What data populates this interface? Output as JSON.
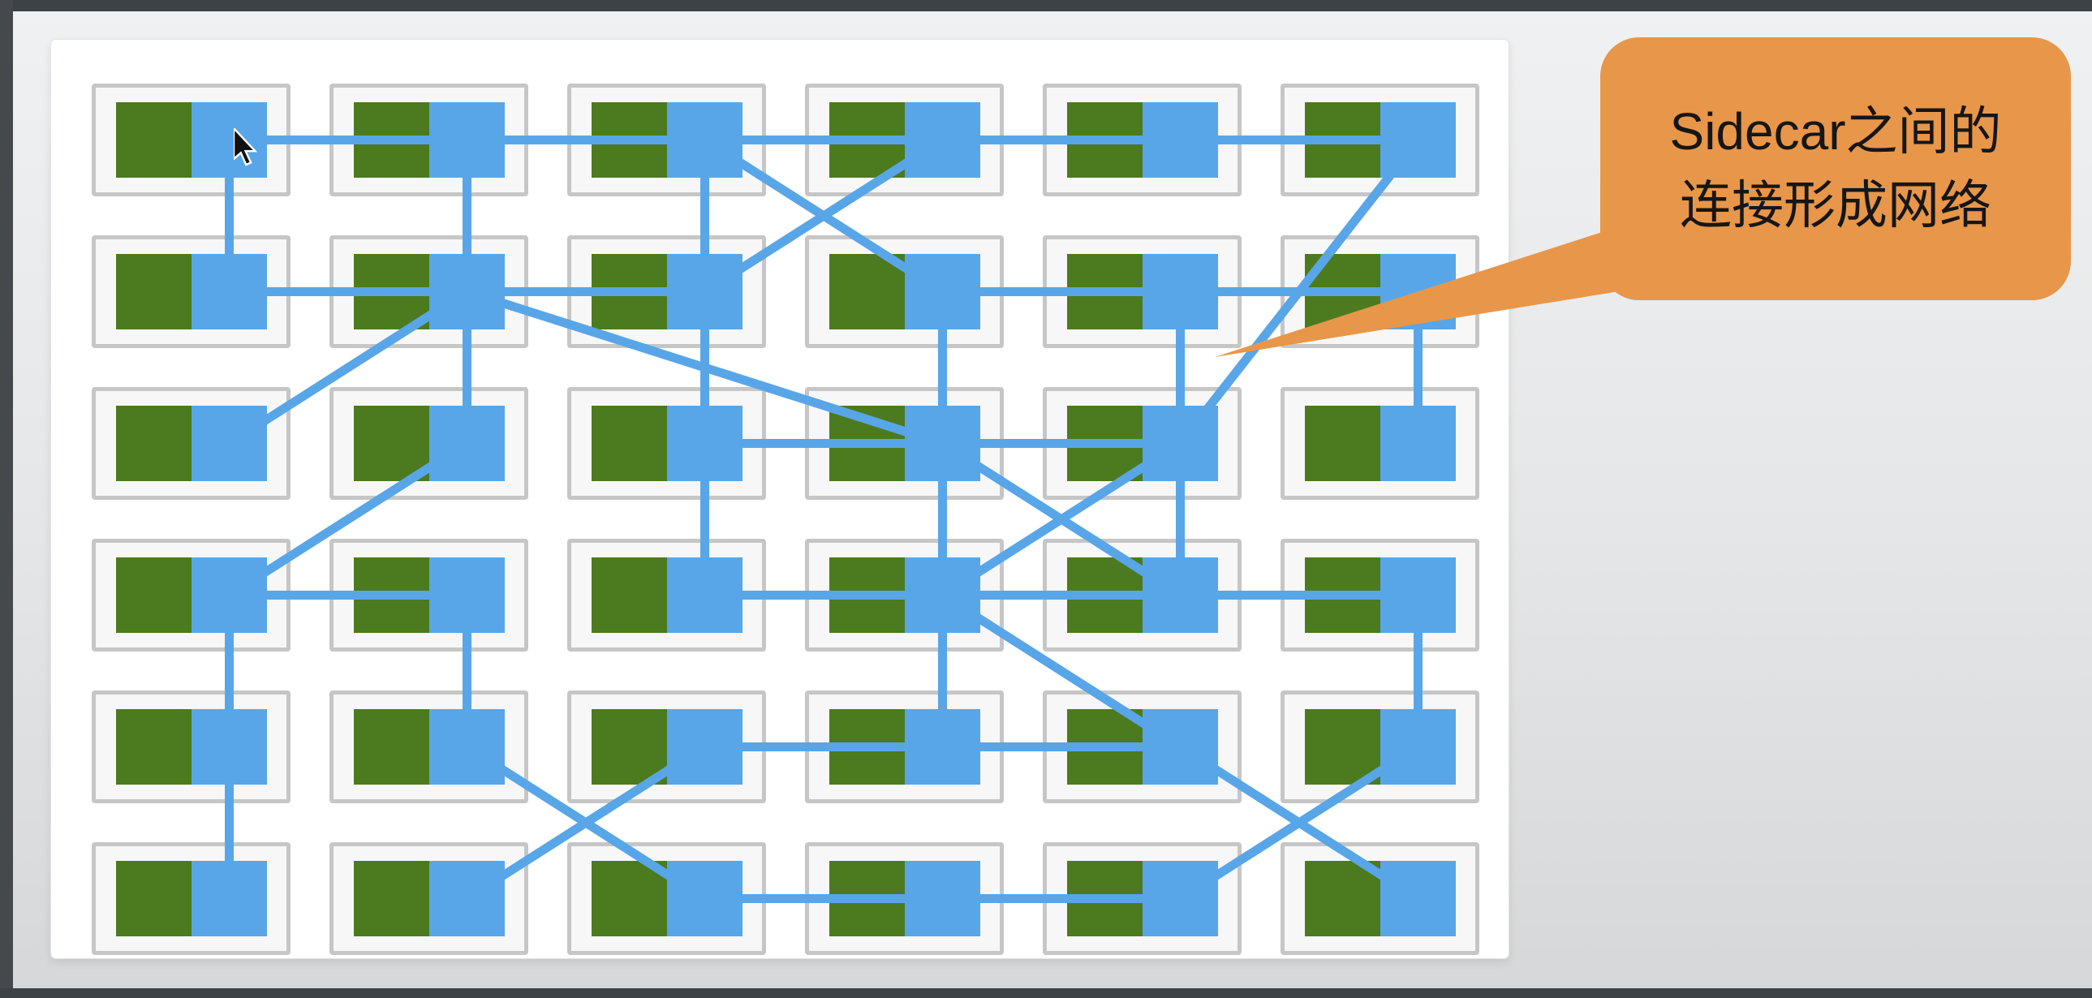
{
  "callout": {
    "lines": [
      "Sidecar之间的",
      "连接形成网络"
    ],
    "bg": "#E8964A",
    "text_color": "#161616"
  },
  "diagram": {
    "rows": 6,
    "cols": 6,
    "host_count": 36,
    "colors": {
      "service_green": "#4C7A1E",
      "sidecar_blue": "#58A6E8",
      "link_blue": "#58A6E8",
      "box_border": "#C6C6C6",
      "box_fill": "#F7F7F7"
    },
    "edges": [
      [
        [
          1,
          1
        ],
        [
          2,
          1
        ]
      ],
      [
        [
          2,
          1
        ],
        [
          3,
          1
        ]
      ],
      [
        [
          3,
          1
        ],
        [
          4,
          1
        ]
      ],
      [
        [
          4,
          1
        ],
        [
          5,
          1
        ]
      ],
      [
        [
          5,
          1
        ],
        [
          6,
          1
        ]
      ],
      [
        [
          1,
          2
        ],
        [
          2,
          2
        ]
      ],
      [
        [
          2,
          2
        ],
        [
          3,
          2
        ]
      ],
      [
        [
          4,
          2
        ],
        [
          5,
          2
        ]
      ],
      [
        [
          5,
          2
        ],
        [
          6,
          2
        ]
      ],
      [
        [
          3,
          3
        ],
        [
          4,
          3
        ]
      ],
      [
        [
          4,
          3
        ],
        [
          5,
          3
        ]
      ],
      [
        [
          1,
          4
        ],
        [
          2,
          4
        ]
      ],
      [
        [
          3,
          4
        ],
        [
          4,
          4
        ]
      ],
      [
        [
          4,
          4
        ],
        [
          5,
          4
        ]
      ],
      [
        [
          5,
          4
        ],
        [
          6,
          4
        ]
      ],
      [
        [
          3,
          5
        ],
        [
          4,
          5
        ]
      ],
      [
        [
          4,
          5
        ],
        [
          5,
          5
        ]
      ],
      [
        [
          3,
          6
        ],
        [
          4,
          6
        ]
      ],
      [
        [
          4,
          6
        ],
        [
          5,
          6
        ]
      ],
      [
        [
          1,
          1
        ],
        [
          1,
          2
        ]
      ],
      [
        [
          1,
          4
        ],
        [
          1,
          5
        ]
      ],
      [
        [
          1,
          5
        ],
        [
          1,
          6
        ]
      ],
      [
        [
          2,
          1
        ],
        [
          2,
          2
        ]
      ],
      [
        [
          2,
          2
        ],
        [
          2,
          3
        ]
      ],
      [
        [
          2,
          4
        ],
        [
          2,
          5
        ]
      ],
      [
        [
          3,
          1
        ],
        [
          3,
          2
        ]
      ],
      [
        [
          3,
          2
        ],
        [
          3,
          3
        ]
      ],
      [
        [
          3,
          3
        ],
        [
          3,
          4
        ]
      ],
      [
        [
          4,
          2
        ],
        [
          4,
          3
        ]
      ],
      [
        [
          4,
          3
        ],
        [
          4,
          4
        ]
      ],
      [
        [
          4,
          4
        ],
        [
          4,
          5
        ]
      ],
      [
        [
          5,
          2
        ],
        [
          5,
          3
        ]
      ],
      [
        [
          5,
          3
        ],
        [
          5,
          4
        ]
      ],
      [
        [
          6,
          2
        ],
        [
          6,
          3
        ]
      ],
      [
        [
          6,
          4
        ],
        [
          6,
          5
        ]
      ],
      [
        [
          3,
          1
        ],
        [
          4,
          2
        ]
      ],
      [
        [
          4,
          1
        ],
        [
          3,
          2
        ]
      ],
      [
        [
          6,
          1
        ],
        [
          5,
          3
        ]
      ],
      [
        [
          2,
          2
        ],
        [
          1,
          3
        ]
      ],
      [
        [
          2,
          3
        ],
        [
          1,
          4
        ]
      ],
      [
        [
          2,
          2
        ],
        [
          4,
          3
        ]
      ],
      [
        [
          5,
          3
        ],
        [
          4,
          4
        ]
      ],
      [
        [
          4,
          3
        ],
        [
          5,
          4
        ]
      ],
      [
        [
          4,
          4
        ],
        [
          5,
          5
        ]
      ],
      [
        [
          5,
          5
        ],
        [
          6,
          6
        ]
      ],
      [
        [
          6,
          5
        ],
        [
          5,
          6
        ]
      ],
      [
        [
          2,
          5
        ],
        [
          3,
          6
        ]
      ],
      [
        [
          3,
          5
        ],
        [
          2,
          6
        ]
      ]
    ]
  }
}
